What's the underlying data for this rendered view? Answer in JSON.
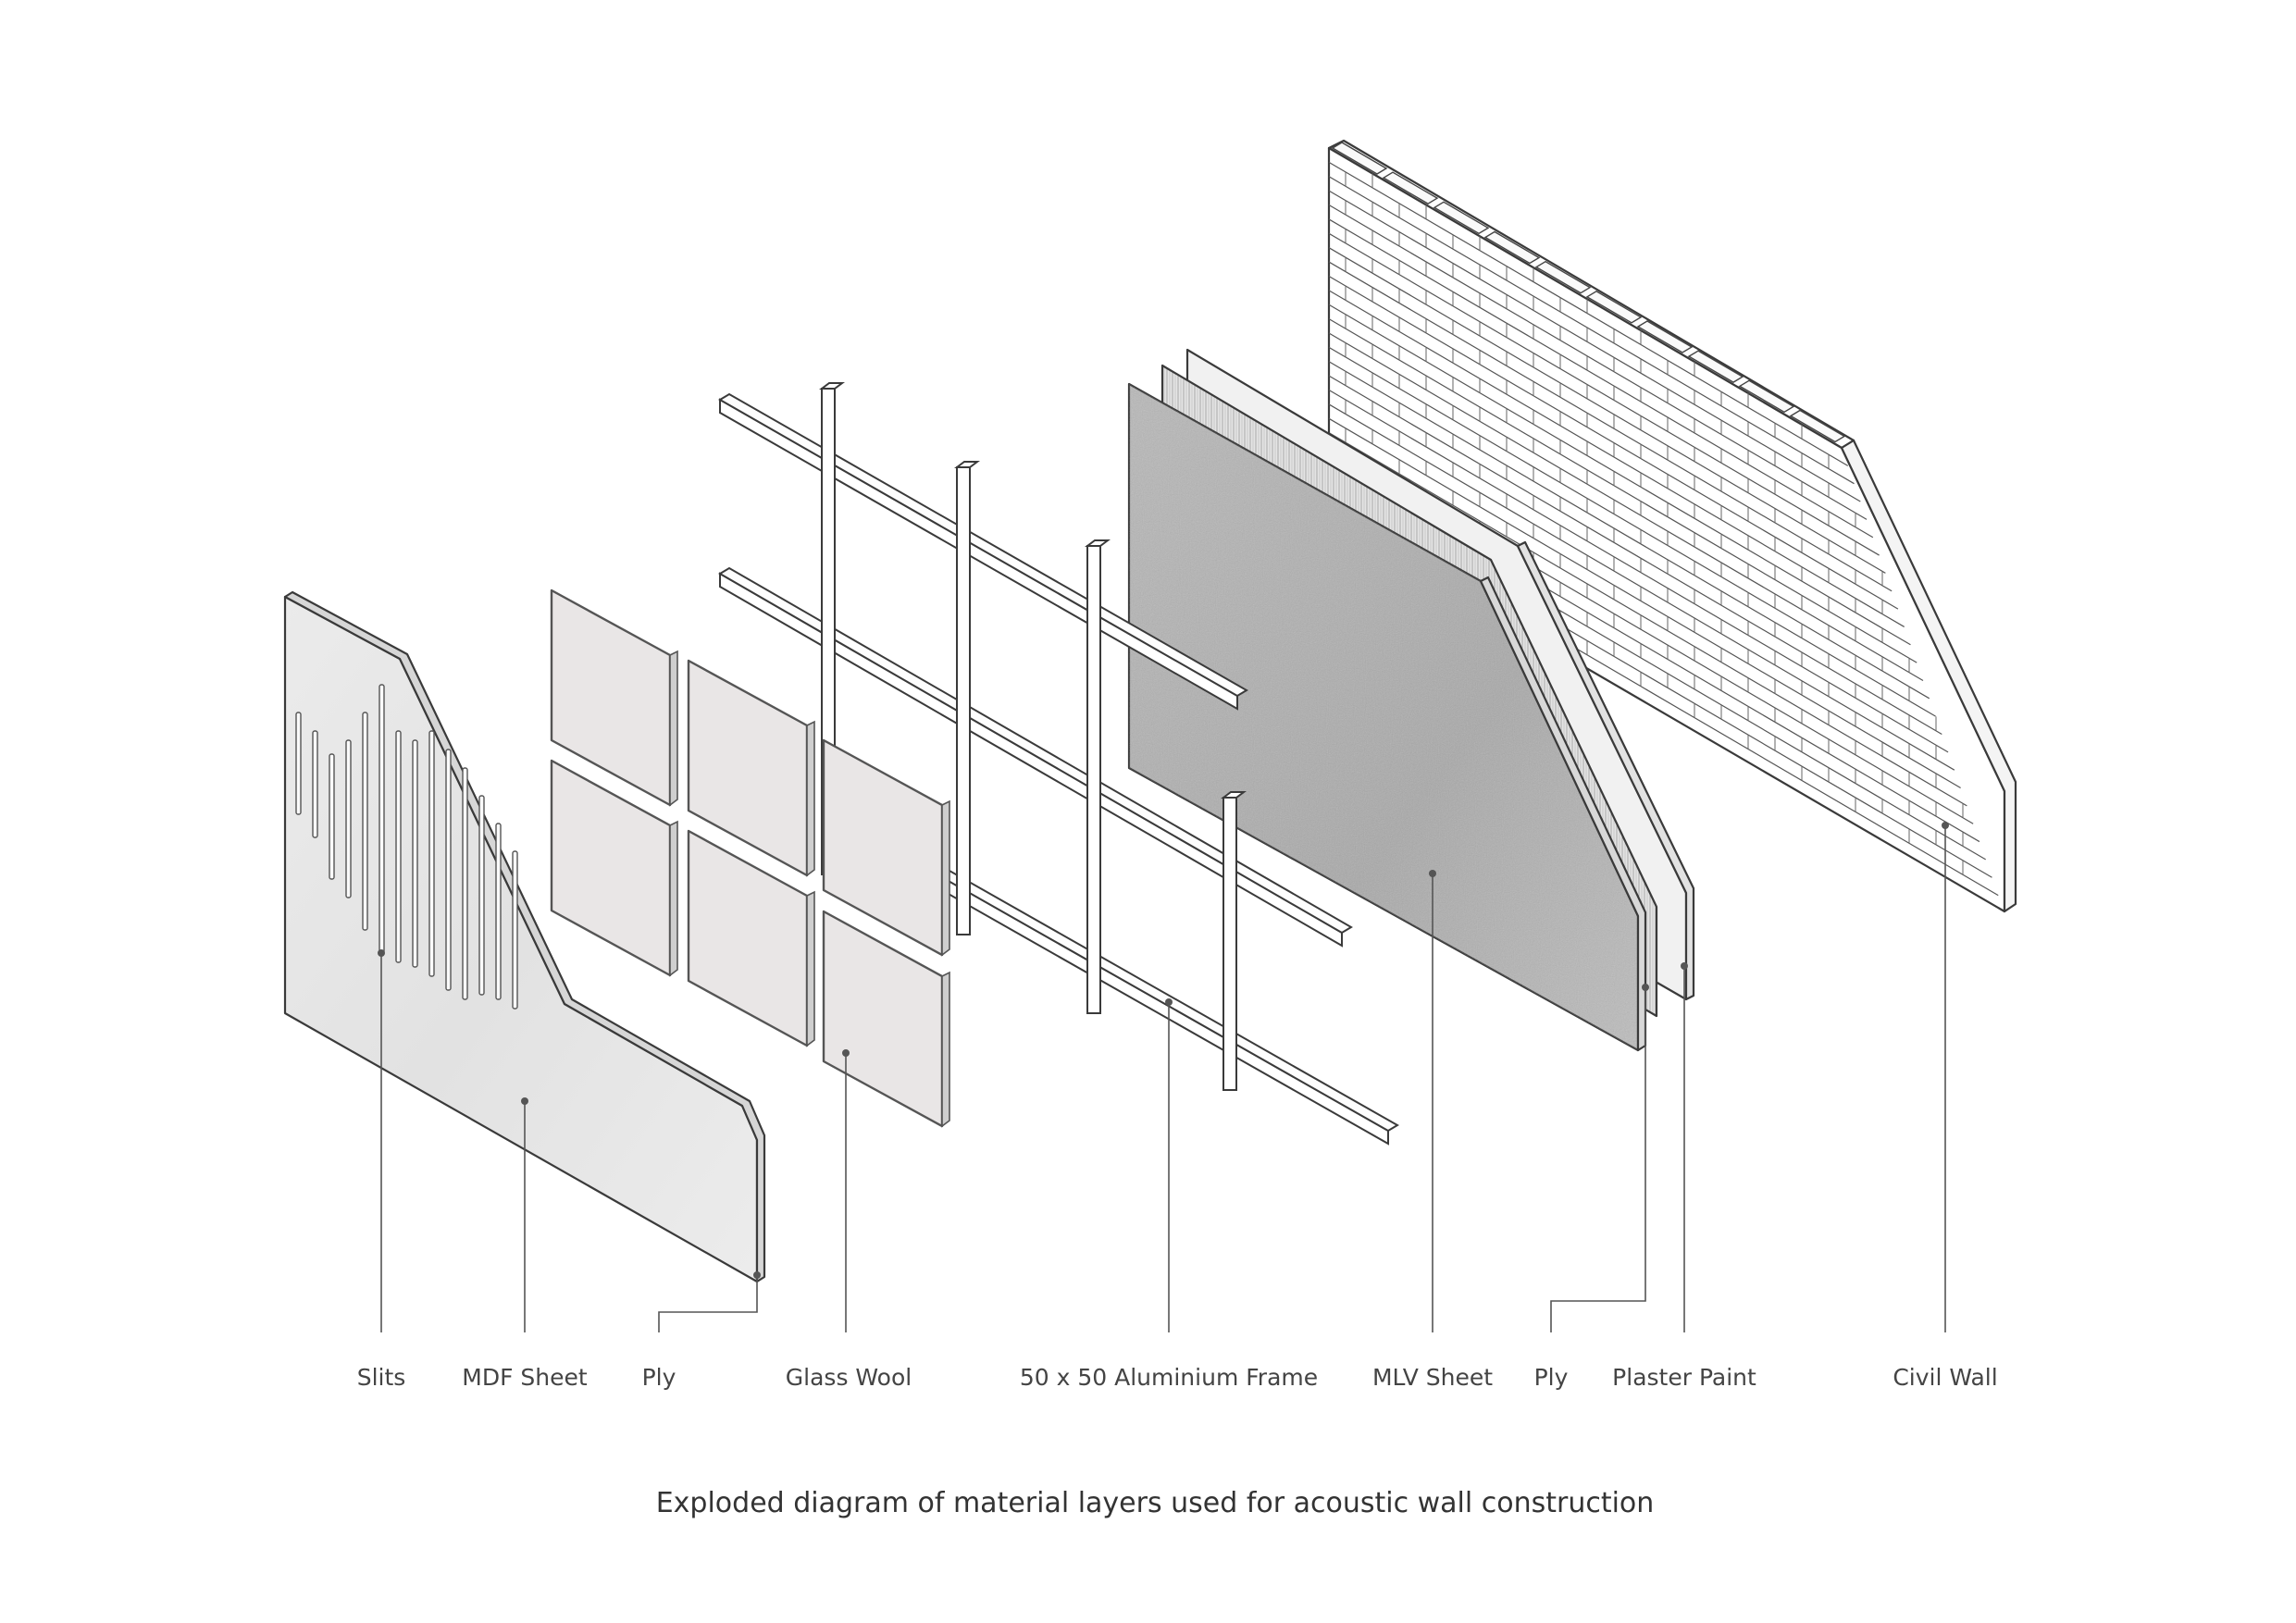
{
  "labels": {
    "slits": "Slits",
    "mdf_sheet": "MDF Sheet",
    "ply_front": "Ply",
    "glass_wool": "Glass Wool",
    "aluminium_frame": "50 x 50 Aluminium Frame",
    "mlv_sheet": "MLV Sheet",
    "ply_back": "Ply",
    "plaster_paint": "Plaster Paint",
    "civil_wall": "Civil Wall"
  },
  "caption": "Exploded diagram of material layers used for acoustic wall construction"
}
